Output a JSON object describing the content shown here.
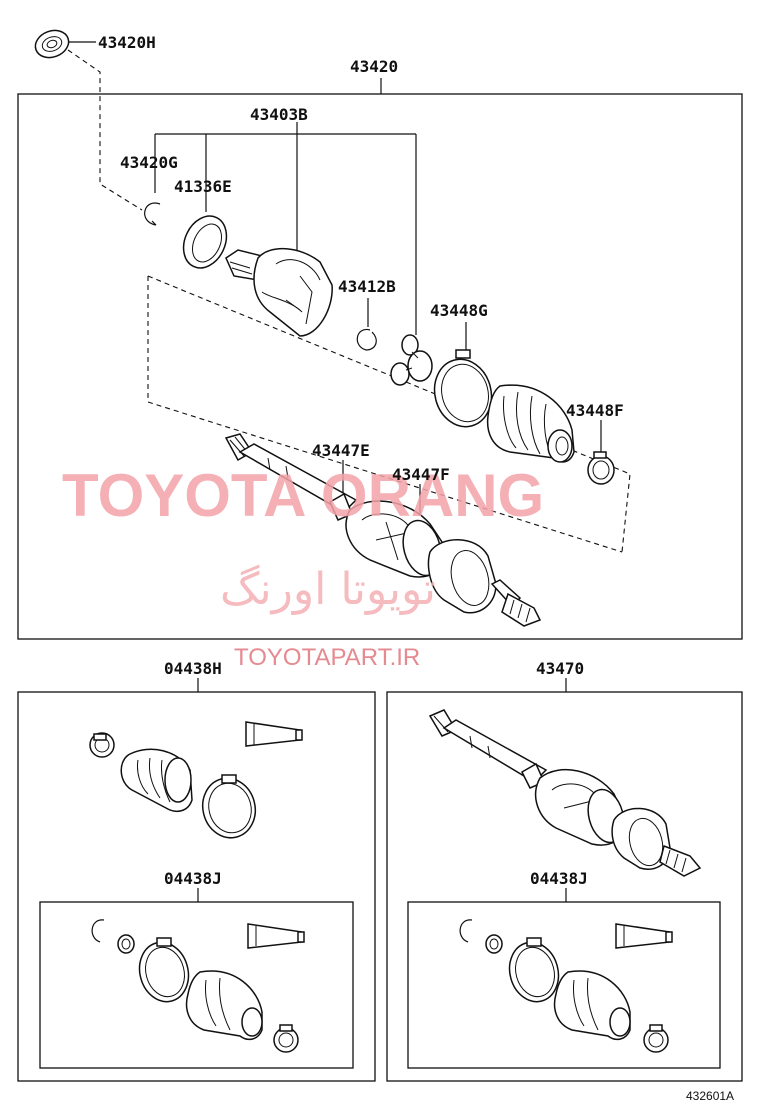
{
  "labels": {
    "p43420H": "43420H",
    "p43420": "43420",
    "p43403B": "43403B",
    "p43420G": "43420G",
    "p41336E": "41336E",
    "p43412B": "43412B",
    "p43448G": "43448G",
    "p43448F": "43448F",
    "p43447E": "43447E",
    "p43447F": "43447F",
    "p04438H": "04438H",
    "p43470": "43470",
    "p04438J_left": "04438J",
    "p04438J_right": "04438J",
    "figure_code": "432601A"
  },
  "watermark": {
    "brand": "TOYOTA ORANG",
    "brand_farsi": "تویوتا اورنگ",
    "site": "TOYOTAPART.IR"
  },
  "colors": {
    "line": "#111111",
    "watermark": "#f3a3a8"
  }
}
